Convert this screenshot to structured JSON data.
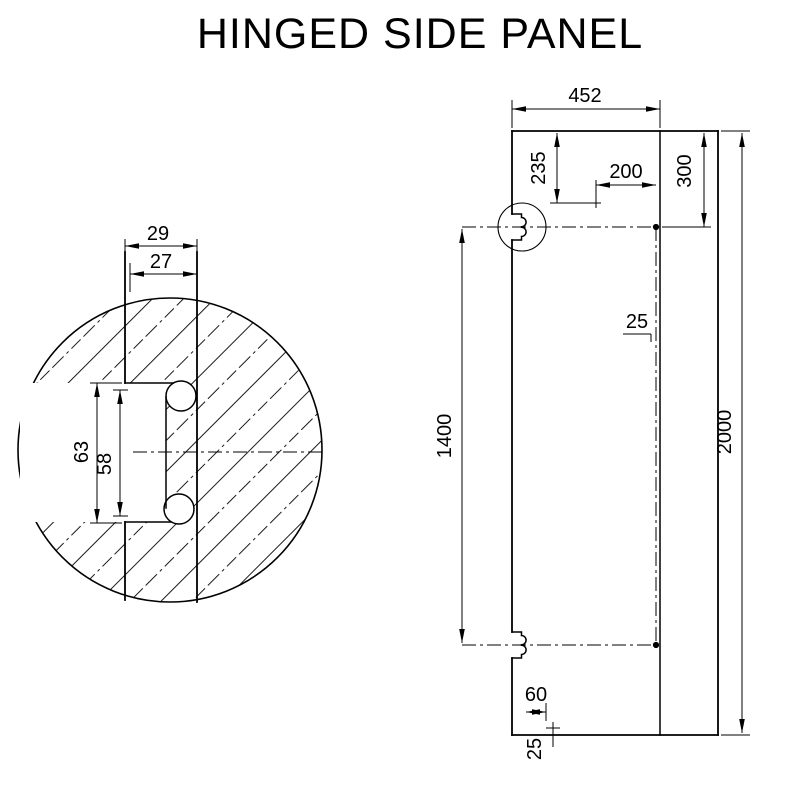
{
  "title": "HINGED SIDE PANEL",
  "colors": {
    "line": "#000000",
    "background": "#ffffff"
  },
  "detail_view": {
    "dim_width_outer": "29",
    "dim_width_inner": "27",
    "dim_slot_outer": "63",
    "dim_slot_inner": "58"
  },
  "panel_view": {
    "dim_width_top": "452",
    "dim_top_offset": "235",
    "dim_hole_offset": "200",
    "dim_right_offset": "300",
    "dim_edge_gap": "25",
    "dim_hinge_span": "1400",
    "dim_height": "2000",
    "dim_bottom_width": "60",
    "dim_bottom_gap": "25"
  }
}
